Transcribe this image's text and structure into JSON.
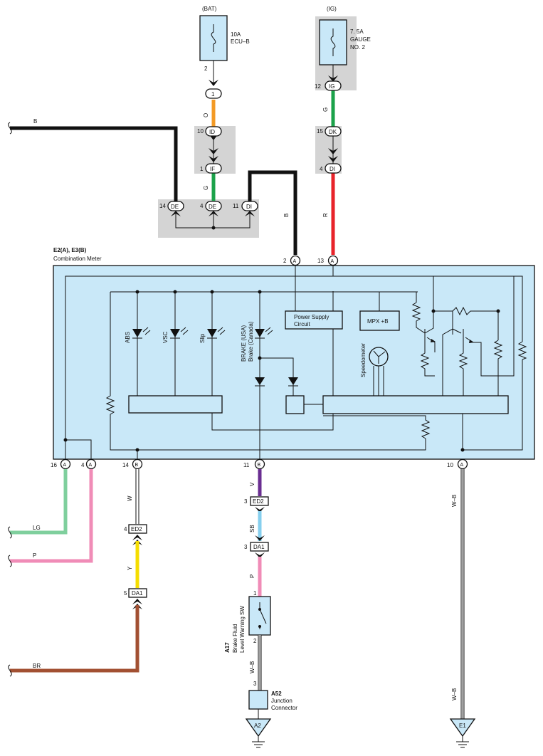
{
  "sources": {
    "bat": {
      "label": "(BAT)",
      "fuse_amp": "10A",
      "fuse_name": "ECU–B",
      "pin": "2"
    },
    "ig": {
      "label": "(IG)",
      "fuse_amp": "7. 5A",
      "fuse_name1": "GAUGE",
      "fuse_name2": "NO. 2"
    }
  },
  "connectors": {
    "c1": {
      "pin": "",
      "code": "1"
    },
    "id": {
      "pin": "10",
      "code": "ID"
    },
    "if": {
      "pin": "1",
      "code": "IF"
    },
    "ig12": {
      "pin": "12",
      "code": "IG"
    },
    "dk": {
      "pin": "15",
      "code": "DK"
    },
    "di4": {
      "pin": "4",
      "code": "DI"
    },
    "de14": {
      "pin": "14",
      "code": "DE"
    },
    "de4": {
      "pin": "4",
      "code": "DE"
    },
    "di11": {
      "pin": "11",
      "code": "DI"
    },
    "ed2_4": {
      "pin": "4",
      "code": "ED2"
    },
    "da1_5": {
      "pin": "5",
      "code": "DA1"
    },
    "ed2_3": {
      "pin": "3",
      "code": "ED2"
    },
    "da1_3": {
      "pin": "3",
      "code": "DA1"
    }
  },
  "meter": {
    "ref": "E2(A), E3(B)",
    "name": "Combination Meter",
    "top_pins": [
      {
        "num": "2",
        "code": "A"
      },
      {
        "num": "13",
        "code": "A"
      }
    ],
    "bottom_pins": [
      {
        "num": "16",
        "code": "A"
      },
      {
        "num": "4",
        "code": "A"
      },
      {
        "num": "14",
        "code": "B"
      },
      {
        "num": "11",
        "code": "B"
      },
      {
        "num": "10",
        "code": "A"
      }
    ],
    "power_supply": [
      "Power Supply",
      "Circuit"
    ],
    "mpx": "MPX +B",
    "leds": [
      "ABS",
      "VSC",
      "Slip"
    ],
    "brake_led": [
      "BRAKE (USA)",
      "Brake (Canada)"
    ],
    "speedometer": "Speedometer"
  },
  "wires": {
    "b_top": "B",
    "o": "O",
    "g_mid": "G",
    "g_ig": "G",
    "b_meter": "B",
    "r": "R",
    "lg": "LG",
    "p_left": "P",
    "br": "BR",
    "w": "W",
    "y": "Y",
    "v": "V",
    "sb": "SB",
    "p_sw": "P",
    "wb_sw": "W–B",
    "wb_right_top": "W–B",
    "wb_right_bottom": "W–B"
  },
  "switch": {
    "ref": "A17",
    "name1": "Brake Fluid",
    "name2": "Level Warning SW",
    "pin_top": "1",
    "pin_bottom": "2",
    "pin_jc": "3"
  },
  "junction": {
    "ref": "A52",
    "name1": "Junction",
    "name2": "Connector"
  },
  "grounds": {
    "a2": "A2",
    "e1": "E1"
  },
  "colors": {
    "bg": "#ffffff",
    "box_fill": "#c9e8f8",
    "shade": "#d4d4d4",
    "wire_black": "#111111",
    "wire_orange": "#f39a25",
    "wire_green": "#1ba24a",
    "wire_red": "#e8232a",
    "wire_lightgreen": "#7fcf9d",
    "wire_pink": "#f08cb7",
    "wire_brown": "#a25032",
    "wire_yellow": "#f5dd00",
    "wire_violet": "#6a2e91",
    "wire_skyblue": "#86cfee"
  }
}
